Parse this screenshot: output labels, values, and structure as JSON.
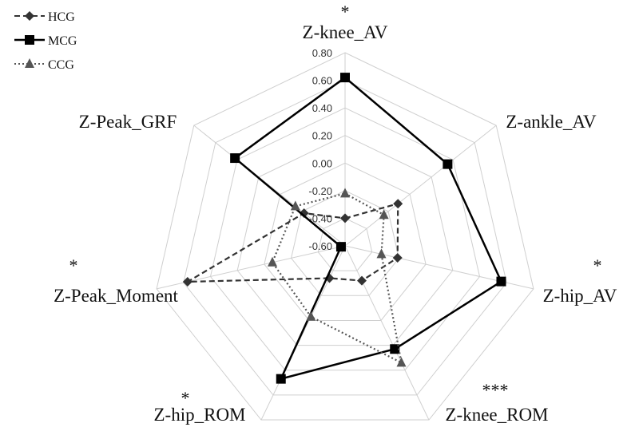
{
  "chart_data": {
    "type": "radar",
    "categories": [
      "Z-knee_AV",
      "Z-ankle_AV",
      "Z-hip_AV",
      "Z-knee_ROM",
      "Z-hip_ROM",
      "Z-Peak_Moment",
      "Z-Peak_GRF"
    ],
    "significance": [
      "*",
      "",
      "*",
      "***",
      "*",
      "*",
      ""
    ],
    "rlim": [
      -0.6,
      0.8
    ],
    "ticks": [
      "-0.60",
      "-0.40",
      "-0.20",
      "0.00",
      "0.20",
      "0.40",
      "0.60",
      "0.80"
    ],
    "tick_values": [
      -0.6,
      -0.4,
      -0.2,
      0.0,
      0.2,
      0.4,
      0.6,
      0.8
    ],
    "grid": true,
    "legend_position": "top-left",
    "series": [
      {
        "name": "HCG",
        "style": "dashed",
        "marker": "diamond",
        "color": "#333333",
        "values": [
          -0.4,
          -0.11,
          -0.21,
          -0.32,
          -0.34,
          0.57,
          -0.22
        ]
      },
      {
        "name": "MCG",
        "style": "solid",
        "marker": "square",
        "color": "#000000",
        "values": [
          0.62,
          0.35,
          0.56,
          0.23,
          0.47,
          -0.57,
          0.42
        ]
      },
      {
        "name": "CCG",
        "style": "dotted",
        "marker": "triangle",
        "color": "#555555",
        "values": [
          -0.22,
          -0.24,
          -0.33,
          0.34,
          -0.03,
          -0.06,
          -0.14
        ]
      }
    ]
  }
}
